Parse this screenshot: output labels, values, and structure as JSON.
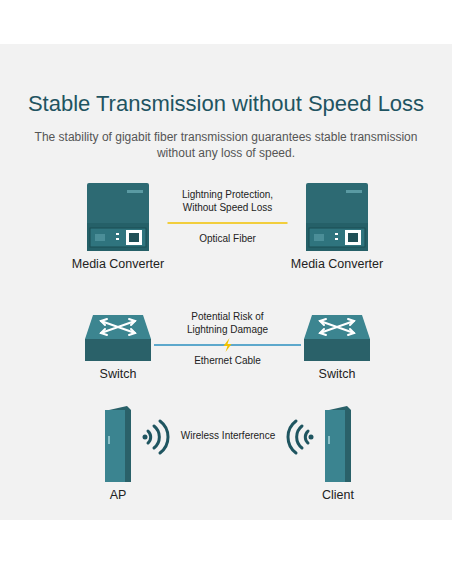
{
  "diagram": {
    "title": "Stable Transmission without Speed Loss",
    "nodes": [
      {
        "text": [
          "Media Converter"
        ]
      },
      {
        "text": [
          "Media Converter"
        ]
      },
      {
        "text": [
          "Switch"
        ]
      },
      {
        "text": [
          "Switch"
        ]
      },
      {
        "text": [
          "AP"
        ]
      },
      {
        "text": [
          "Client"
        ]
      }
    ],
    "edges": [
      {
        "from": 0,
        "to": 1,
        "arrow": "none",
        "label": "Lightning Protection, Without Speed Loss"
      },
      {
        "from": 2,
        "to": 3,
        "arrow": "none",
        "label": "Potential Risk of Lightning Damage"
      }
    ],
    "labels": [
      "The stability of gigabit fiber transmission guarantees stable transmission without any loss of speed.",
      "Optical Fiber",
      "Ethernet Cable",
      "Wireless Interference"
    ]
  }
}
